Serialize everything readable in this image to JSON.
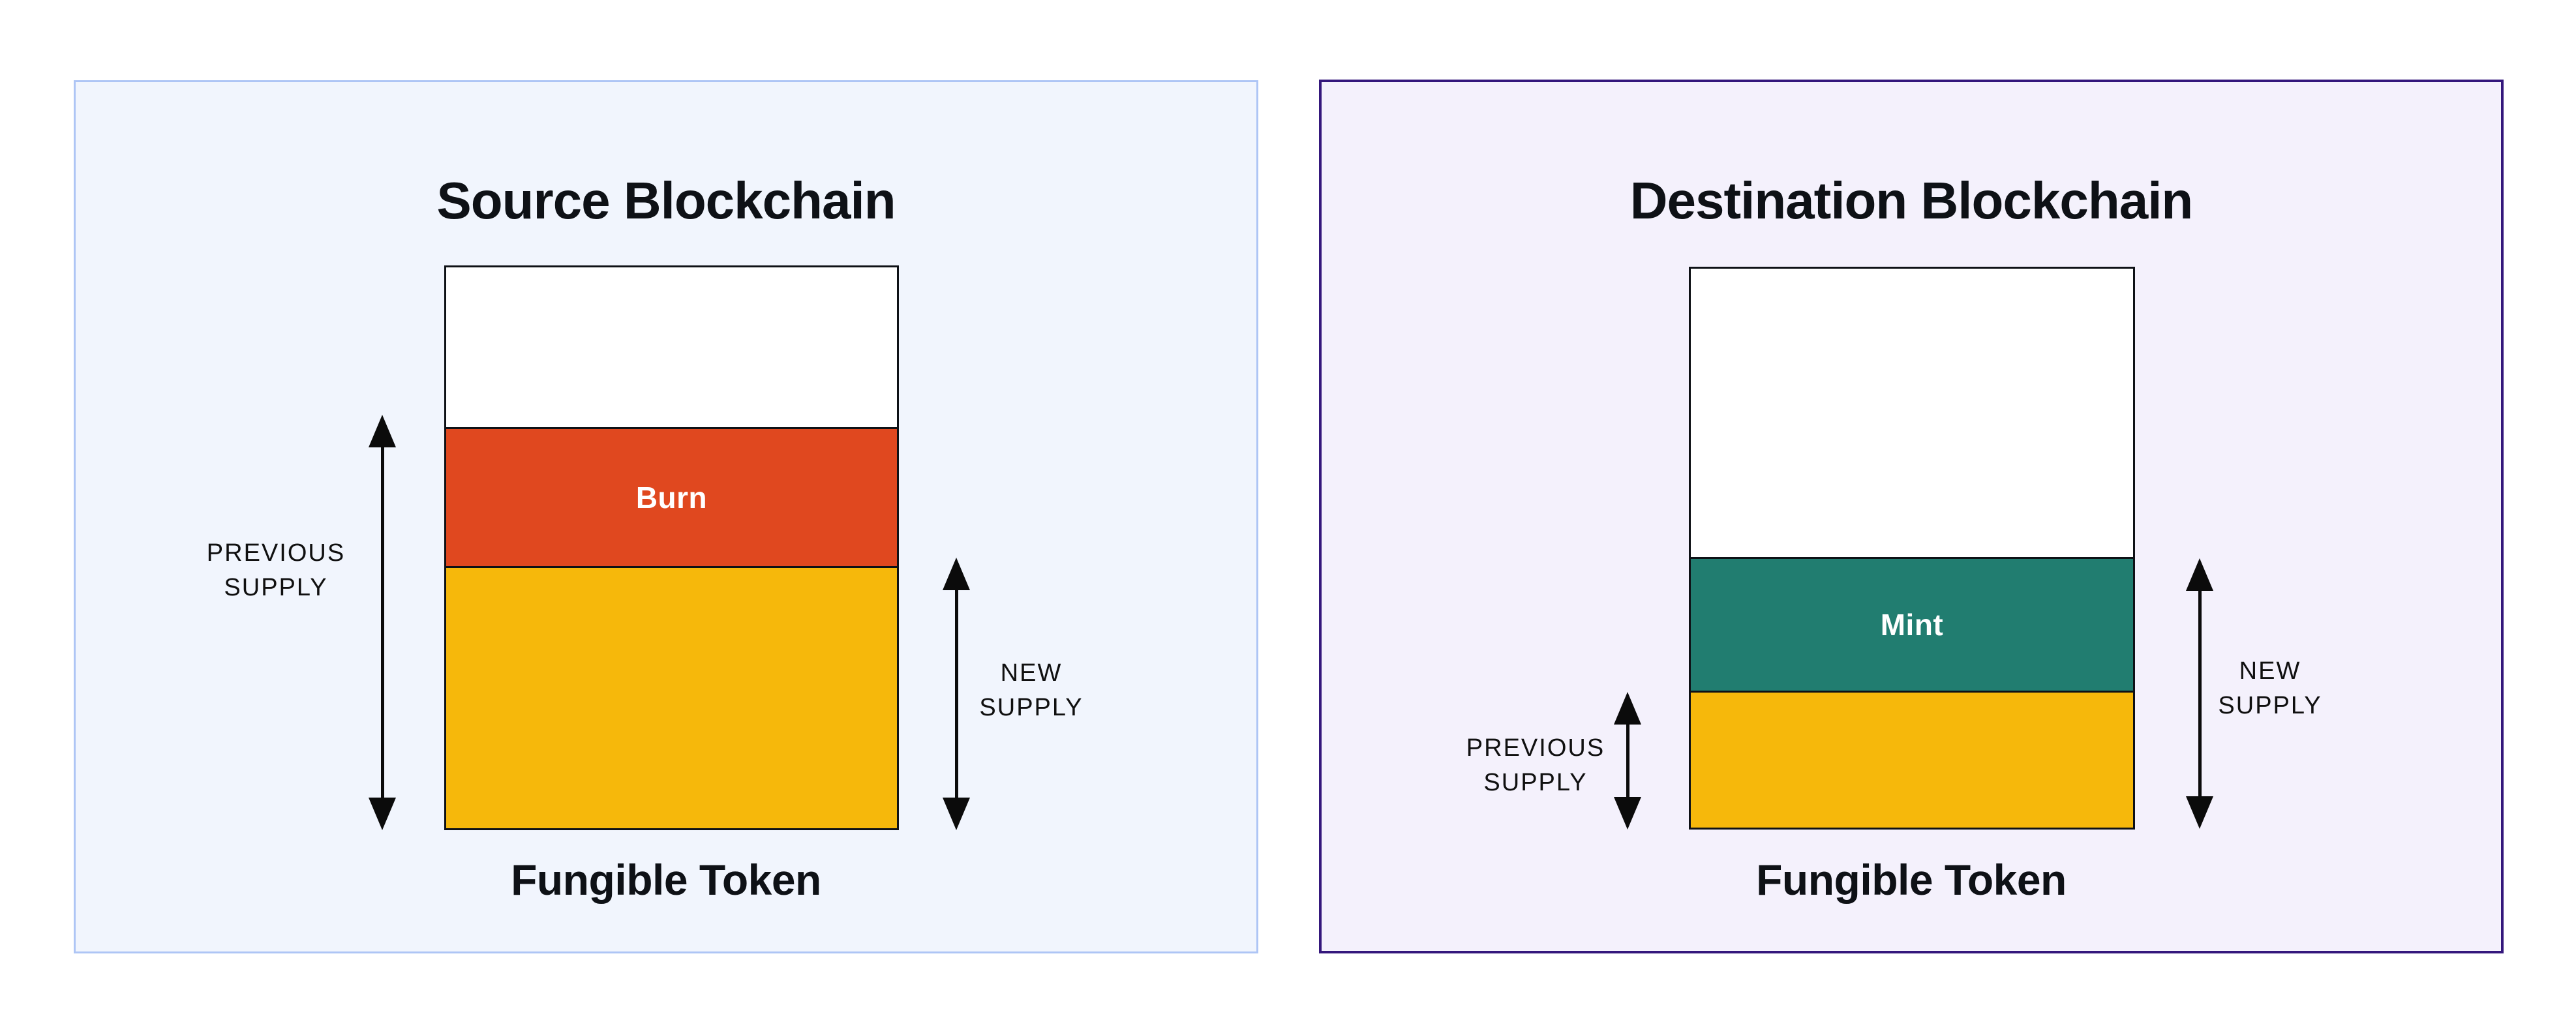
{
  "canvas": {
    "background": "#ffffff"
  },
  "panels": [
    {
      "title": "Source Blockchain",
      "token_caption": "Fungible Token",
      "previous_supply_label": "PREVIOUS\nSUPPLY",
      "new_supply_label": "NEW\nSUPPLY",
      "colors": {
        "panel_bg": "#f1f5fd",
        "panel_border": "#aec5f5",
        "bar_outline": "#0e1116",
        "arrow": "#0b0b0b"
      },
      "bar": {
        "segments": [
          {
            "name": "empty",
            "label": "",
            "color": "#ffffff",
            "height_pct": "28.5%"
          },
          {
            "name": "burn",
            "label": "Burn",
            "color": "#e0481f",
            "height_pct": "24.7%",
            "label_color": "#ffffff"
          },
          {
            "name": "remaining-supply",
            "label": "",
            "color": "#f6b80b",
            "height_pct": "46.8%"
          }
        ]
      }
    },
    {
      "title": "Destination Blockchain",
      "token_caption": "Fungible Token",
      "previous_supply_label": "PREVIOUS\nSUPPLY",
      "new_supply_label": "NEW\nSUPPLY",
      "colors": {
        "panel_bg": "#f4f1fc",
        "panel_border": "#34177c",
        "bar_outline": "#0e1116",
        "arrow": "#0b0b0b"
      },
      "bar": {
        "segments": [
          {
            "name": "empty",
            "label": "",
            "color": "#ffffff",
            "height_pct": "51.6%"
          },
          {
            "name": "mint",
            "label": "Mint",
            "color": "#217d70",
            "height_pct": "23.9%",
            "label_color": "#ffffff"
          },
          {
            "name": "previous-supply",
            "label": "",
            "color": "#f6b80b",
            "height_pct": "24.5%"
          }
        ]
      }
    }
  ]
}
